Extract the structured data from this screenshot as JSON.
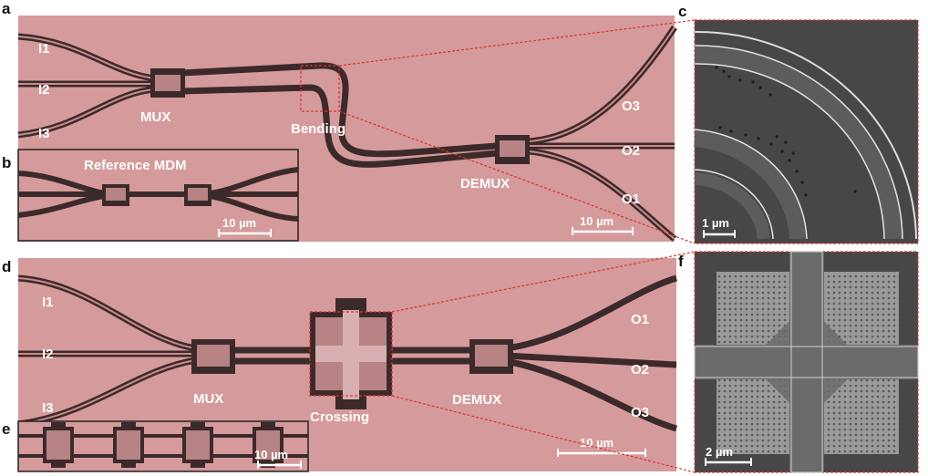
{
  "figure": {
    "panels": {
      "a": {
        "label": "a",
        "inputs": [
          "I1",
          "I2",
          "I3"
        ],
        "outputs": [
          "O3",
          "O2",
          "O1"
        ],
        "mux": "MUX",
        "bending": "Bending",
        "demux": "DEMUX",
        "scale": "10 µm"
      },
      "b": {
        "label": "b",
        "title": "Reference MDM",
        "scale": "10 µm"
      },
      "c": {
        "label": "c",
        "scale": "1 µm"
      },
      "d": {
        "label": "d",
        "inputs": [
          "I1",
          "I2",
          "I3"
        ],
        "outputs": [
          "O1",
          "O2",
          "O3"
        ],
        "mux": "MUX",
        "crossing": "Crossing",
        "demux": "DEMUX",
        "scale": "10 µm"
      },
      "e": {
        "label": "e",
        "scale": "10 µm"
      },
      "f": {
        "label": "f",
        "scale": "2 µm"
      }
    },
    "colors": {
      "optical_bg": "#d59a9b",
      "waveguide": "#3c2a2b",
      "sem_bg": "#4a4a4a",
      "zoom_line": "#d9362f"
    }
  }
}
